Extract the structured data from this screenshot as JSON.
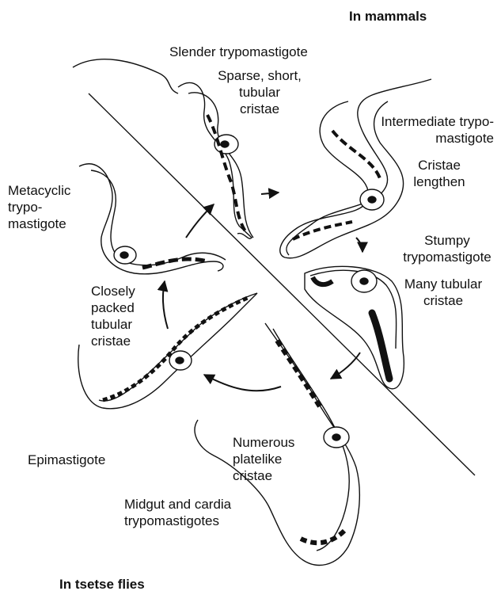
{
  "header_top": "In mammals",
  "header_bottom": "In tsetse flies",
  "stages": {
    "slender": {
      "name": "Slender trypomastigote",
      "note": "Sparse, short, tubular\ncristae"
    },
    "intermediate": {
      "name": "Intermediate trypo-\nmastigote",
      "note": "Cristae\nlengthen"
    },
    "stumpy": {
      "name": "Stumpy\ntrypomastigote",
      "note": "Many tubular\ncristae"
    },
    "metacyclic": {
      "name": "Metacyclic\ntrypo-\nmastigote"
    },
    "epimastigote": {
      "name": "Epimastigote",
      "note": "Closely\npacked\ntubular\ncristae"
    },
    "midgut": {
      "name": "Midgut and cardia\ntrypomastigotes",
      "note": "Numerous\nplatelike\ncristae"
    }
  }
}
